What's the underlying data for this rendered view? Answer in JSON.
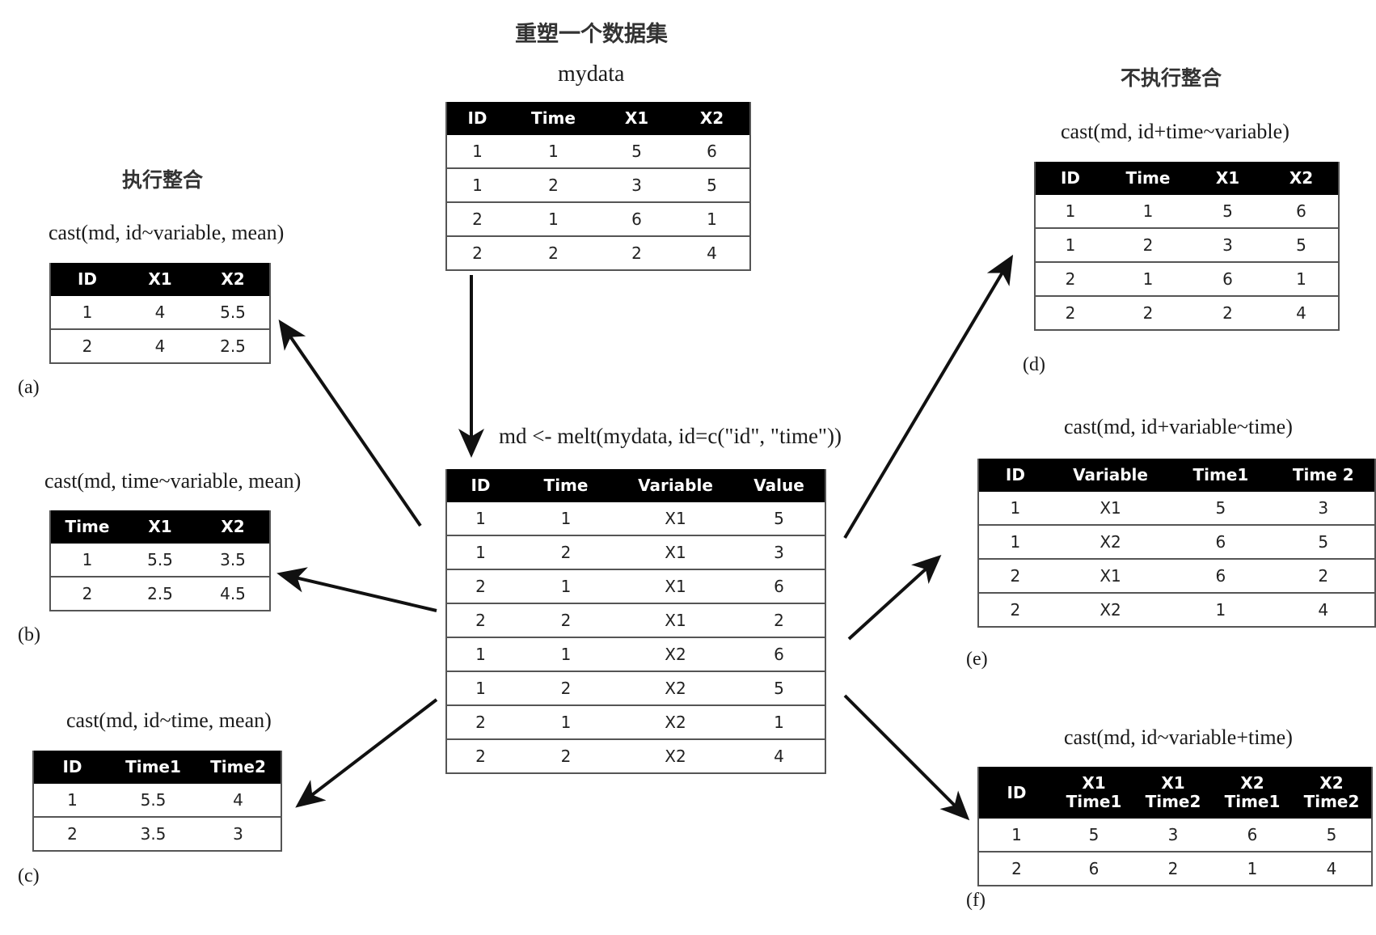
{
  "title": "重塑一个数据集",
  "center": {
    "source_label": "mydata",
    "melt_label": "md <- melt(mydata, id=c(\"id\", \"time\"))",
    "source_table": {
      "columns": [
        "ID",
        "Time",
        "X1",
        "X2"
      ],
      "rows": [
        [
          "1",
          "1",
          "5",
          "6"
        ],
        [
          "1",
          "2",
          "3",
          "5"
        ],
        [
          "2",
          "1",
          "6",
          "1"
        ],
        [
          "2",
          "2",
          "2",
          "4"
        ]
      ]
    },
    "molten_table": {
      "columns": [
        "ID",
        "Time",
        "Variable",
        "Value"
      ],
      "rows": [
        [
          "1",
          "1",
          "X1",
          "5"
        ],
        [
          "1",
          "2",
          "X1",
          "3"
        ],
        [
          "2",
          "1",
          "X1",
          "6"
        ],
        [
          "2",
          "2",
          "X1",
          "2"
        ],
        [
          "1",
          "1",
          "X2",
          "6"
        ],
        [
          "1",
          "2",
          "X2",
          "5"
        ],
        [
          "2",
          "1",
          "X2",
          "1"
        ],
        [
          "2",
          "2",
          "X2",
          "4"
        ]
      ]
    }
  },
  "left": {
    "heading": "执行整合",
    "panels": [
      {
        "letter": "(a)",
        "formula": "cast(md, id~variable, mean)",
        "columns": [
          "ID",
          "X1",
          "X2"
        ],
        "rows": [
          [
            "1",
            "4",
            "5.5"
          ],
          [
            "2",
            "4",
            "2.5"
          ]
        ]
      },
      {
        "letter": "(b)",
        "formula": "cast(md, time~variable, mean)",
        "columns": [
          "Time",
          "X1",
          "X2"
        ],
        "rows": [
          [
            "1",
            "5.5",
            "3.5"
          ],
          [
            "2",
            "2.5",
            "4.5"
          ]
        ]
      },
      {
        "letter": "(c)",
        "formula": "cast(md, id~time, mean)",
        "columns": [
          "ID",
          "Time1",
          "Time2"
        ],
        "rows": [
          [
            "1",
            "5.5",
            "4"
          ],
          [
            "2",
            "3.5",
            "3"
          ]
        ]
      }
    ]
  },
  "right": {
    "heading": "不执行整合",
    "panels": [
      {
        "letter": "(d)",
        "formula": "cast(md, id+time~variable)",
        "columns": [
          "ID",
          "Time",
          "X1",
          "X2"
        ],
        "rows": [
          [
            "1",
            "1",
            "5",
            "6"
          ],
          [
            "1",
            "2",
            "3",
            "5"
          ],
          [
            "2",
            "1",
            "6",
            "1"
          ],
          [
            "2",
            "2",
            "2",
            "4"
          ]
        ]
      },
      {
        "letter": "(e)",
        "formula": "cast(md, id+variable~time)",
        "columns": [
          "ID",
          "Variable",
          "Time1",
          "Time 2"
        ],
        "rows": [
          [
            "1",
            "X1",
            "5",
            "3"
          ],
          [
            "1",
            "X2",
            "6",
            "5"
          ],
          [
            "2",
            "X1",
            "6",
            "2"
          ],
          [
            "2",
            "X2",
            "1",
            "4"
          ]
        ]
      },
      {
        "letter": "(f)",
        "formula": "cast(md, id~variable+time)",
        "columns": [
          "ID",
          "X1\nTime1",
          "X1\nTime2",
          "X2\nTime1",
          "X2\nTime2"
        ],
        "rows": [
          [
            "1",
            "5",
            "3",
            "6",
            "5"
          ],
          [
            "2",
            "6",
            "2",
            "1",
            "4"
          ]
        ]
      }
    ]
  },
  "colors": {
    "header_bg": "#000000",
    "header_fg": "#ffffff",
    "rule": "#555555",
    "text": "#1a1a1a"
  }
}
